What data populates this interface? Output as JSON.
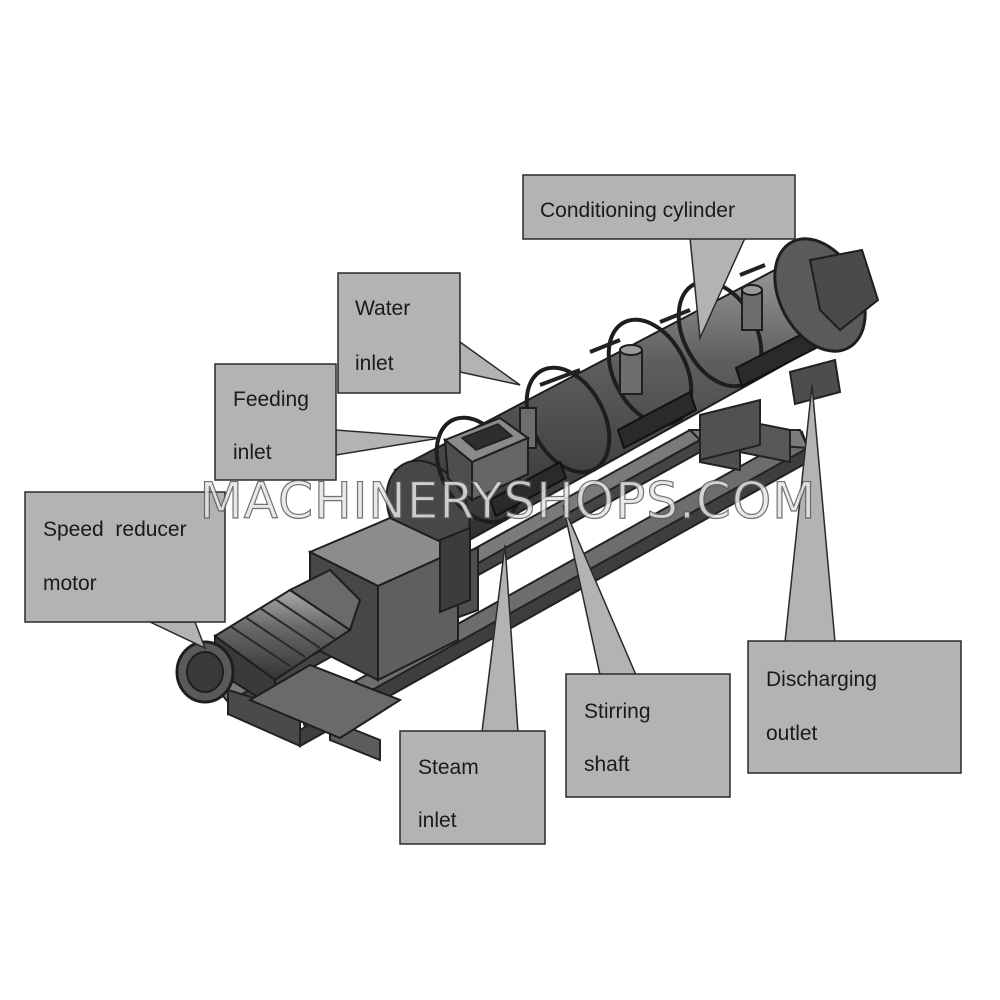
{
  "labels": {
    "conditioning_cylinder": "Conditioning cylinder",
    "water_inlet": [
      "Water",
      "inlet"
    ],
    "feeding_inlet": [
      "Feeding",
      "inlet"
    ],
    "speed_reducer_motor": [
      "Speed  reducer",
      "motor"
    ],
    "steam_inlet": [
      "Steam",
      "inlet"
    ],
    "stirring_shaft": [
      "Stirring",
      "shaft"
    ],
    "discharging_outlet": [
      "Discharging",
      "outlet"
    ]
  },
  "watermark": "MACHINERYSHOPS.COM",
  "colors": {
    "callout_fill": "#b3b3b3",
    "callout_stroke": "#2a2a2a",
    "machine_dark": "#3c3c3c",
    "machine_mid": "#5a5a5a",
    "machine_light": "#8a8a8a"
  }
}
